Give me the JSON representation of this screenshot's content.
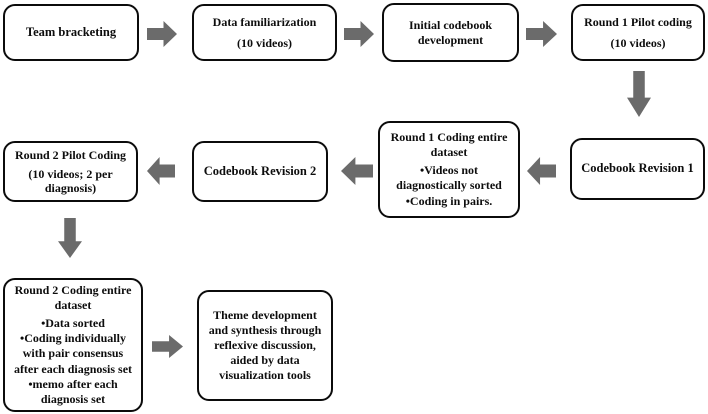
{
  "colors": {
    "arrow": "#6b6b6b",
    "box_border": "#0b0b0b",
    "box_background": "#ffffff",
    "text": "#0d0d0d",
    "page_background": "#ffffff"
  },
  "boxes": {
    "team_bracketing": {
      "title": "Team bracketing"
    },
    "data_familiarization": {
      "title": "Data familiarization",
      "subtitle": "(10 videos)"
    },
    "initial_codebook_development": {
      "title": "Initial codebook development"
    },
    "round1_pilot_coding": {
      "title": "Round 1 Pilot coding",
      "subtitle": "(10 videos)"
    },
    "codebook_revision_1": {
      "title": "Codebook Revision 1"
    },
    "round1_coding_entire_dataset": {
      "title": "Round 1 Coding entire dataset",
      "bullets": "•Videos not diagnostically sorted\n•Coding in pairs."
    },
    "codebook_revision_2": {
      "title": "Codebook Revision 2"
    },
    "round2_pilot_coding": {
      "title": "Round 2 Pilot Coding",
      "subtitle": "(10 videos; 2 per diagnosis)"
    },
    "round2_coding_entire_dataset": {
      "title": "Round 2 Coding entire dataset",
      "bullets": "•Data sorted\n•Coding individually with pair consensus after each diagnosis set\n•memo after each diagnosis set"
    },
    "theme_development": {
      "title": "Theme development and synthesis through reflexive discussion, aided by data visualization tools"
    }
  }
}
